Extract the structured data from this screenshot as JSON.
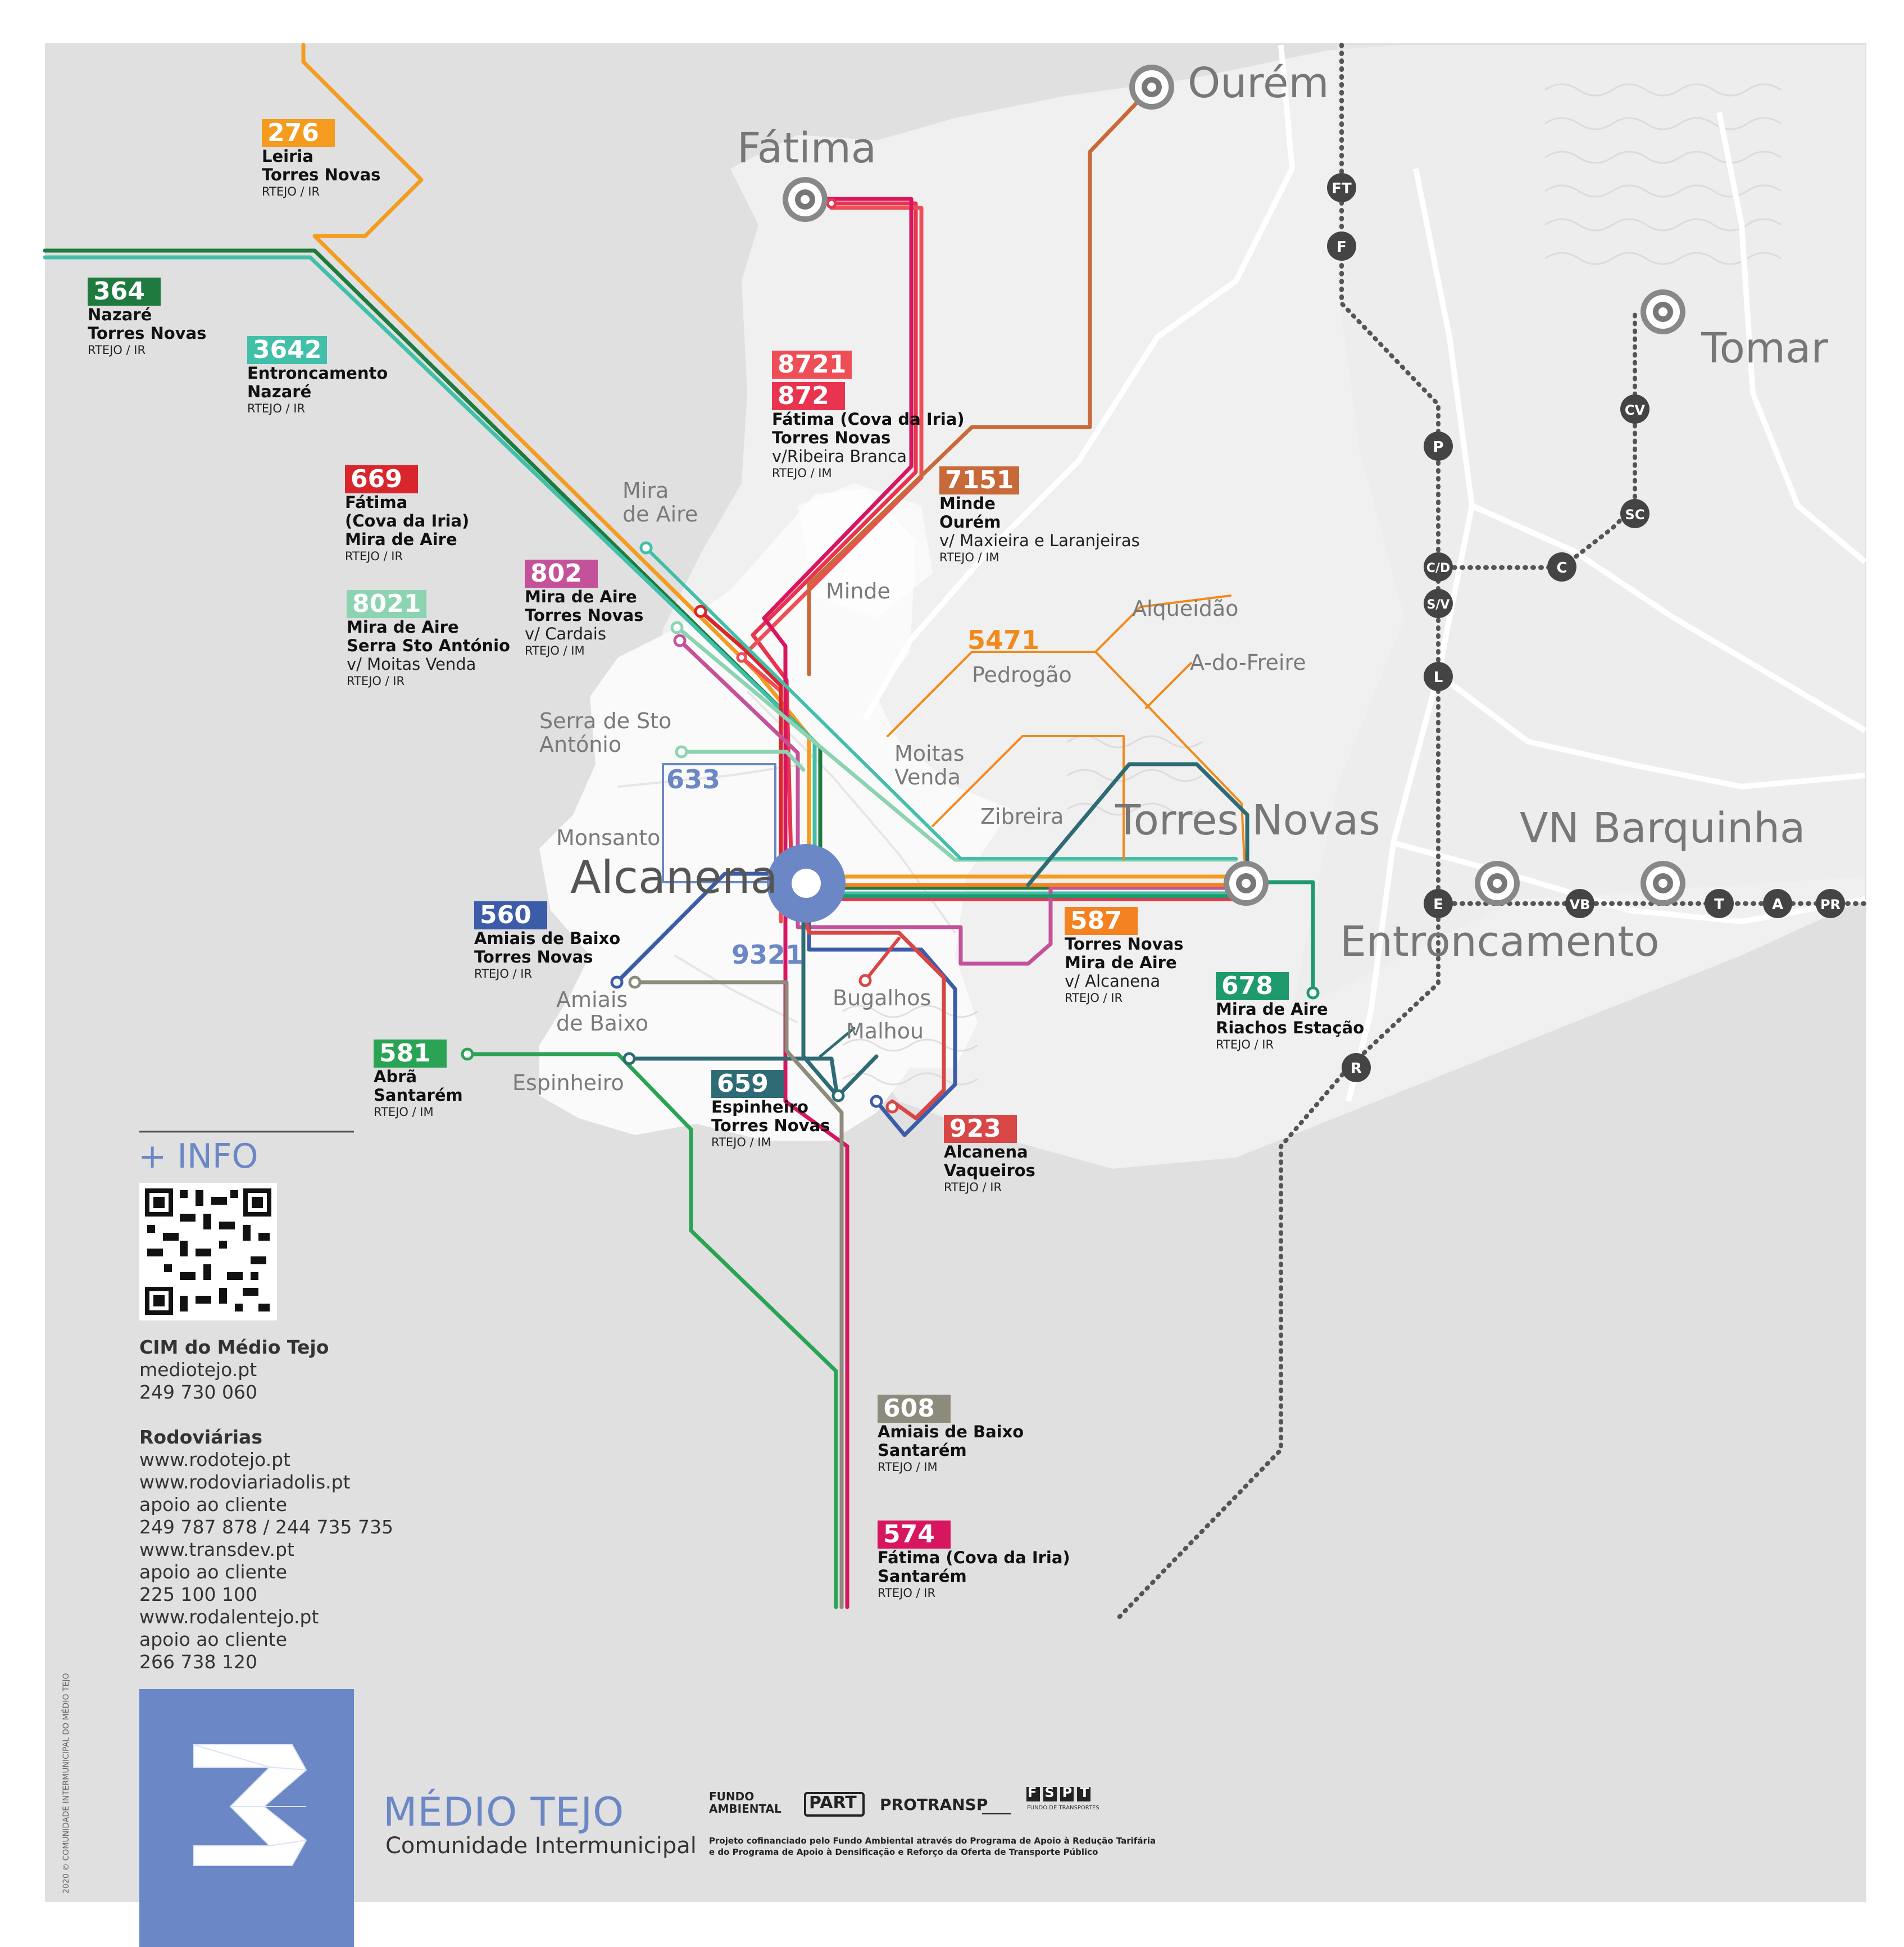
{
  "cities": {
    "ourem": "Ourém",
    "fatima": "Fátima",
    "tomar": "Tomar",
    "torres_novas": "Torres Novas",
    "vn_barquinha": "VN Barquinha",
    "entroncamento": "Entroncamento",
    "alcanena": "Alcanena"
  },
  "towns": {
    "mira_de_aire": "Mira\nde Aire",
    "minde": "Minde",
    "alqueidao": "Alqueidão",
    "pedrogao": "Pedrogão",
    "a_do_freire": "A-do-Freire",
    "serra_sto_antonio": "Serra de Sto\nAntónio",
    "moitas_venda": "Moitas\nVenda",
    "zibreira": "Zibreira",
    "monsanto": "Monsanto",
    "amiais_de_baixo": "Amiais\nde Baixo",
    "bugalhos": "Bugalhos",
    "malhou": "Malhou",
    "espinheiro": "Espinheiro"
  },
  "inline_numbers": {
    "r633": "633",
    "r9321": "9321",
    "r5471": "5471"
  },
  "routes": [
    {
      "id": "r276",
      "number": "276",
      "color": "#f39c1f",
      "stops": "Leiria\nTorres Novas",
      "note": "",
      "operator": "RTEJO / IR"
    },
    {
      "id": "r364",
      "number": "364",
      "color": "#1e7a3e",
      "stops": "Nazaré\nTorres Novas",
      "note": "",
      "operator": "RTEJO / IR"
    },
    {
      "id": "r3642",
      "number": "3642",
      "color": "#42bfa8",
      "stops": "Entroncamento\nNazaré",
      "note": "",
      "operator": "RTEJO / IR"
    },
    {
      "id": "r8721",
      "number": "8721",
      "color": "#f04e56",
      "stops": "",
      "note": "",
      "operator": ""
    },
    {
      "id": "r872",
      "number": "872",
      "color": "#e8344f",
      "stops": "Fátima (Cova da Iria)\nTorres Novas",
      "note": "v/Ribeira Branca",
      "operator": "RTEJO / IM"
    },
    {
      "id": "r7151",
      "number": "7151",
      "color": "#c8693a",
      "stops": "Minde\nOurém",
      "note": "v/ Maxieira e Laranjeiras",
      "operator": "RTEJO / IM"
    },
    {
      "id": "r669",
      "number": "669",
      "color": "#d8262c",
      "stops": "Fátima\n(Cova da Iria)\nMira de Aire",
      "note": "",
      "operator": "RTEJO / IR"
    },
    {
      "id": "r802",
      "number": "802",
      "color": "#c4529a",
      "stops": "Mira de Aire\nTorres Novas",
      "note": "v/ Cardais",
      "operator": "RTEJO / IM"
    },
    {
      "id": "r8021",
      "number": "8021",
      "color": "#8cd3b1",
      "stops": "Mira de Aire\nSerra Sto António",
      "note": "v/ Moitas Venda",
      "operator": "RTEJO / IR"
    },
    {
      "id": "r560",
      "number": "560",
      "color": "#3c5ca8",
      "stops": "Amiais de Baixo\nTorres Novas",
      "note": "",
      "operator": "RTEJO / IR"
    },
    {
      "id": "r587",
      "number": "587",
      "color": "#f58220",
      "stops": "Torres Novas\nMira de Aire",
      "note": "v/ Alcanena",
      "operator": "RTEJO / IR"
    },
    {
      "id": "r678",
      "number": "678",
      "color": "#1f9a6c",
      "stops": "Mira de Aire\nRiachos Estação",
      "note": "",
      "operator": "RTEJO / IR"
    },
    {
      "id": "r581",
      "number": "581",
      "color": "#2aa355",
      "stops": "Abrã\nSantarém",
      "note": "",
      "operator": "RTEJO / IM"
    },
    {
      "id": "r659",
      "number": "659",
      "color": "#2f6b74",
      "stops": "Espinheiro\nTorres Novas",
      "note": "",
      "operator": "RTEJO / IM"
    },
    {
      "id": "r923",
      "number": "923",
      "color": "#d94646",
      "stops": "Alcanena\nVaqueiros",
      "note": "",
      "operator": "RTEJO / IR"
    },
    {
      "id": "r608",
      "number": "608",
      "color": "#8d8b7c",
      "stops": "Amiais de Baixo\nSantarém",
      "note": "",
      "operator": "RTEJO / IM"
    },
    {
      "id": "r574",
      "number": "574",
      "color": "#d8155f",
      "stops": "Fátima (Cova da Iria)\nSantarém",
      "note": "",
      "operator": "RTEJO / IR"
    }
  ],
  "rail_stations": [
    "FT",
    "F",
    "P",
    "C/D",
    "S/V",
    "L",
    "E",
    "R",
    "VB",
    "T",
    "A",
    "PR",
    "CV",
    "SC",
    "C"
  ],
  "info": {
    "title": "+ INFO",
    "org_name": "CIM do Médio Tejo",
    "org_site": "mediotejo.pt",
    "org_phone": "249 730 060",
    "rod_title": "Rodoviárias",
    "rod_lines": [
      "www.rodotejo.pt",
      "www.rodoviariadolis.pt",
      "apoio ao cliente",
      "249 787 878 / 244 735 735",
      "www.transdev.pt",
      "apoio ao cliente",
      "225 100 100",
      "www.rodalentejo.pt",
      "apoio ao cliente",
      "266 738 120"
    ]
  },
  "footer": {
    "brand": "MÉDIO TEJO",
    "brand_sub": "Comunidade Intermunicipal",
    "copyright": "2020 © COMUNIDADE INTERMUNICIPAL DO MÉDIO TEJO",
    "partner_1": "FUNDO AMBIENTAL",
    "partner_2": "PART",
    "partner_3": "PROTRANSP",
    "partner_4": "FSPT",
    "partner_4_sub": "FUNDO DE TRANSPORTES",
    "funding_note_1": "Projeto cofinanciado pelo Fundo Ambiental através do Programa de Apoio à Redução Tarifária",
    "funding_note_2": "e do Programa de Apoio à Densificação e Reforço da Oferta de Transporte Público"
  },
  "colors": {
    "background_region": "#dfe0df",
    "light_region": "#f2f2f2",
    "white_region": "#ffffff",
    "brand_blue": "#6b87c5",
    "rail": "#555555"
  }
}
